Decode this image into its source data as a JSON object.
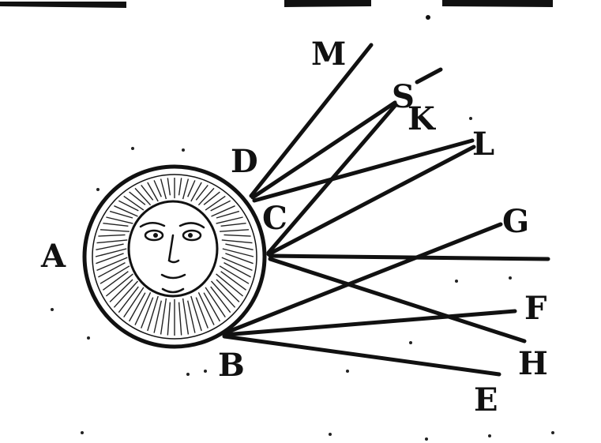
{
  "figure": {
    "labels": {
      "a": "A",
      "b": "B",
      "c": "C",
      "d": "D",
      "e": "E",
      "f": "F",
      "g": "G",
      "h": "H",
      "k": "K",
      "l": "L",
      "m": "M",
      "s": "S"
    }
  }
}
